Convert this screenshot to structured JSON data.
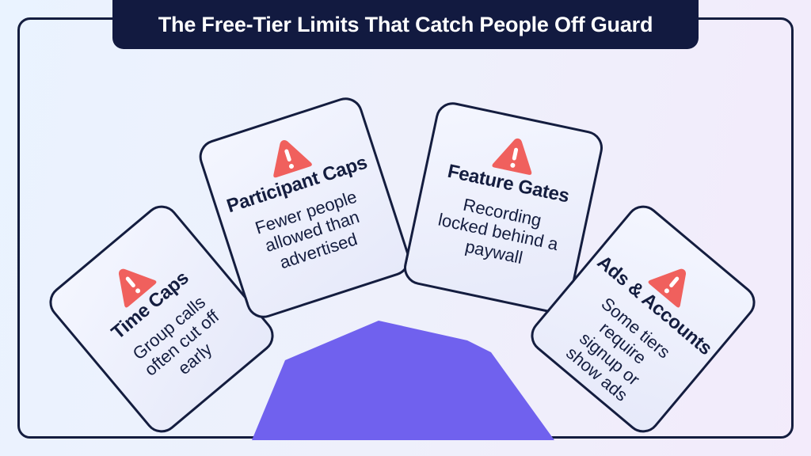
{
  "title": "The Free-Tier Limits That Catch People Off Guard",
  "colors": {
    "title_bg": "#121a40",
    "accent_wedge": "#7061ee",
    "warning": "#f0605d",
    "outline": "#141d3f"
  },
  "cards": [
    {
      "icon": "warning-icon",
      "title": "Time Caps",
      "description": "Group calls often cut off early"
    },
    {
      "icon": "warning-icon",
      "title": "Participant Caps",
      "description": "Fewer people allowed than advertised"
    },
    {
      "icon": "warning-icon",
      "title": "Feature Gates",
      "description": "Recording locked behind a paywall"
    },
    {
      "icon": "warning-icon",
      "title": "Ads & Accounts",
      "description": "Some tiers require signup or show ads"
    }
  ]
}
